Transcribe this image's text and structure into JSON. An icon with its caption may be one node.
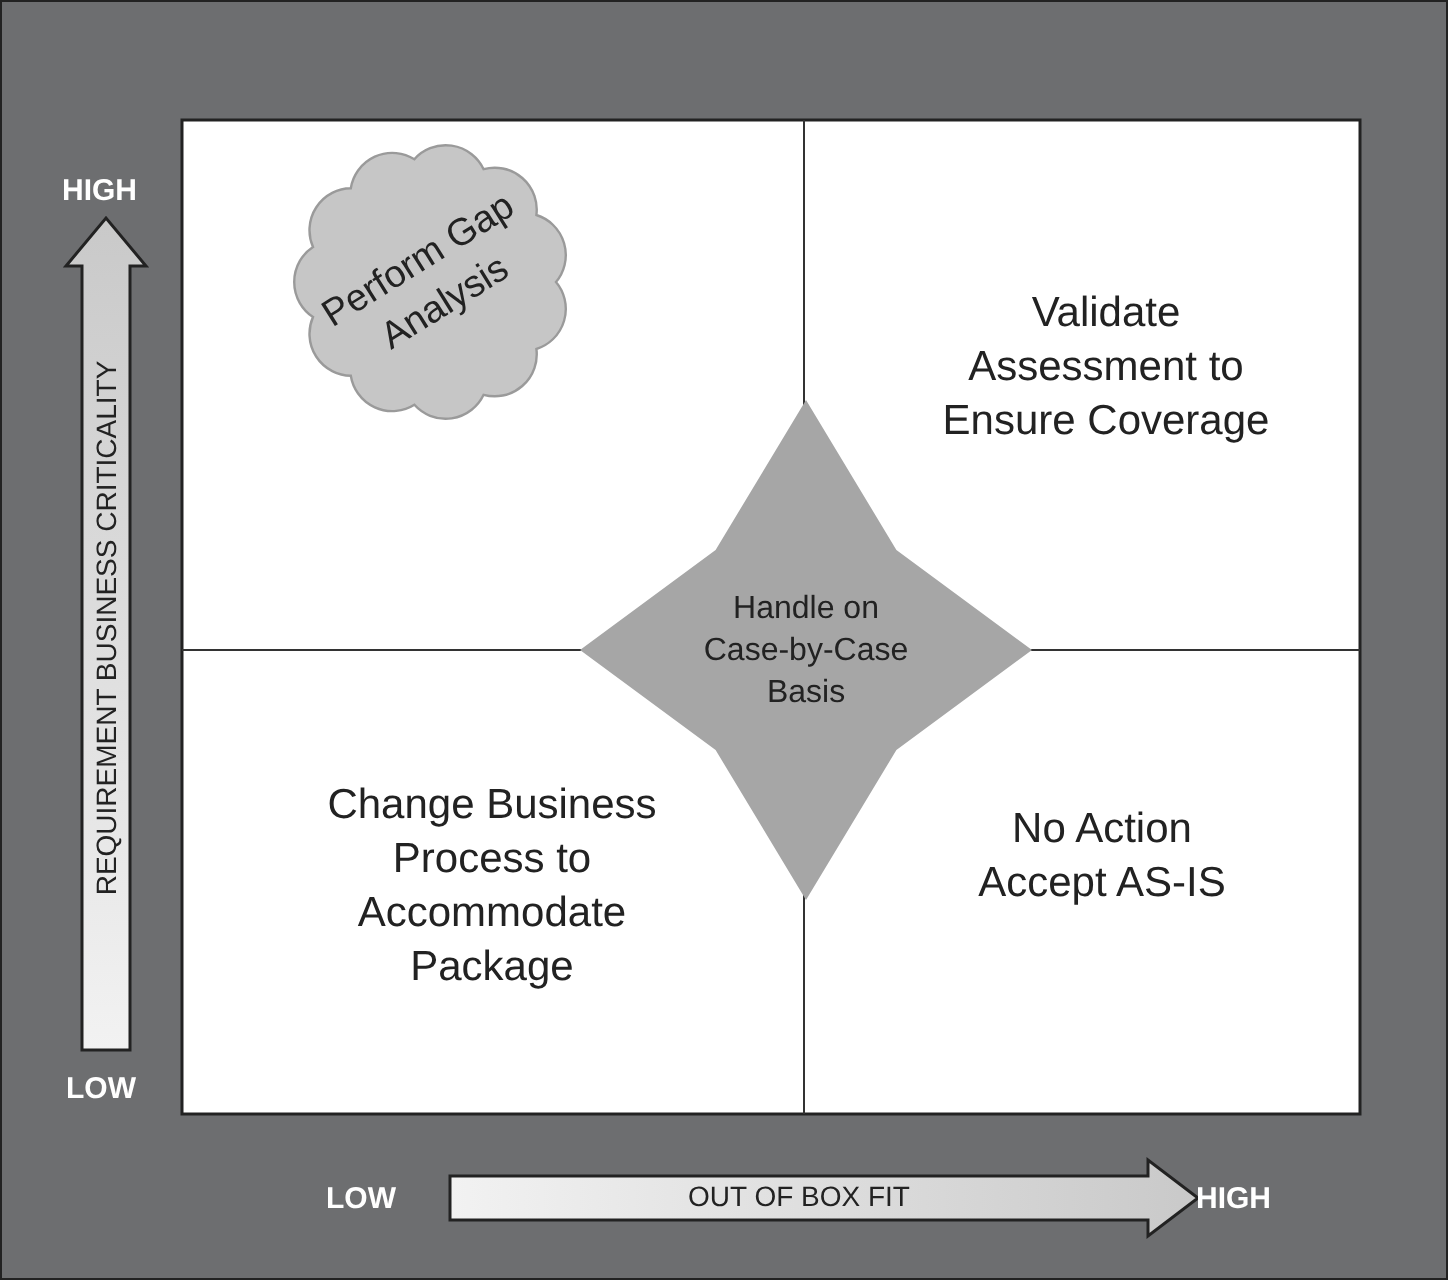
{
  "diagram": {
    "nodes": [
      {
        "text": [
          "Perform Gap Analysis"
        ]
      },
      {
        "text": [
          "Validate Assessment to Ensure Coverage"
        ]
      },
      {
        "text": [
          "Handle on Case-by-Case Basis"
        ]
      },
      {
        "text": [
          "Change Business Process to Accommodate Package"
        ]
      },
      {
        "text": [
          "No Action Accept AS-IS"
        ]
      }
    ],
    "edges": [],
    "labels": [
      "HIGH",
      "REQUIREMENT BUSINESS CRITICALITY",
      "LOW",
      "LOW",
      "OUT OF BOX FIT",
      "HIGH"
    ]
  }
}
